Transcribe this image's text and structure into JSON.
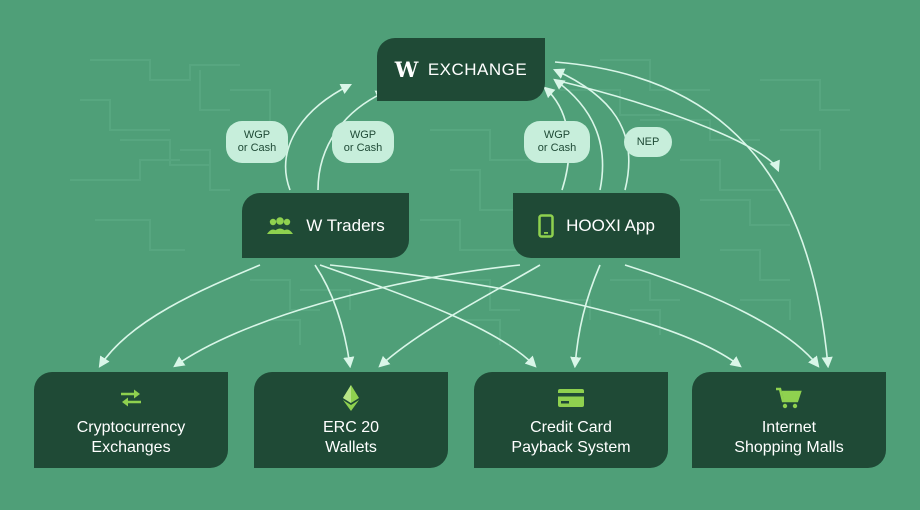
{
  "top_node": {
    "label": "EXCHANGE",
    "logo_letter": "W"
  },
  "traders": {
    "label": "W Traders",
    "icon": "group-icon"
  },
  "hooxi": {
    "label": "HOOXI App",
    "icon": "phone-icon"
  },
  "pills": [
    {
      "line1": "WGP",
      "line2": "or Cash"
    },
    {
      "line1": "WGP",
      "line2": "or Cash"
    },
    {
      "line1": "WGP",
      "line2": "or Cash"
    },
    {
      "line1": "NEP",
      "line2": ""
    }
  ],
  "destinations": [
    {
      "line1": "Cryptocurrency",
      "line2": "Exchanges",
      "icon": "exchange-arrows-icon"
    },
    {
      "line1": "ERC 20",
      "line2": "Wallets",
      "icon": "ethereum-icon"
    },
    {
      "line1": "Credit Card",
      "line2": "Payback System",
      "icon": "credit-card-icon"
    },
    {
      "line1": "Internet",
      "line2": "Shopping Malls",
      "icon": "shopping-cart-icon"
    }
  ],
  "colors": {
    "background": "#4f9f78",
    "node": "#1f4a36",
    "pill": "#c7eedb",
    "arrow": "#d9f6e8",
    "icon_accent": "#8fd14f"
  }
}
